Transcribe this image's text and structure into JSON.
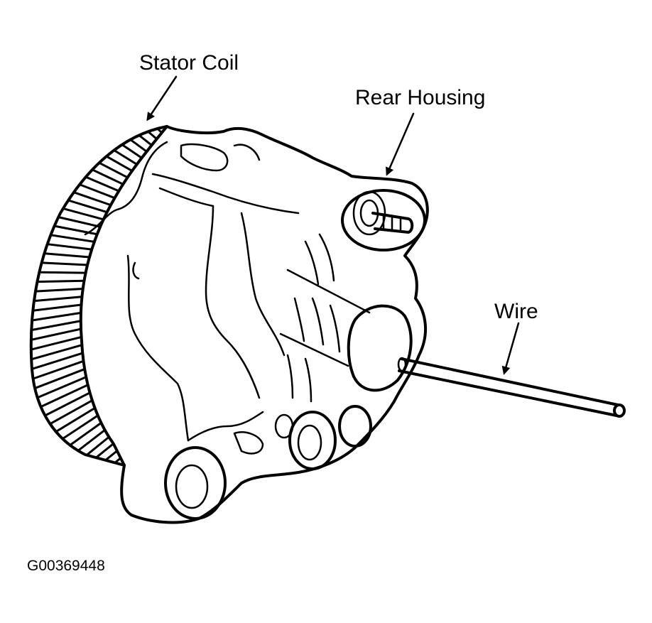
{
  "labels": {
    "stator_coil": "Stator Coil",
    "rear_housing": "Rear Housing",
    "wire": "Wire"
  },
  "figure_id": "G00369448",
  "colors": {
    "ink": "#000000",
    "background": "#ffffff"
  }
}
